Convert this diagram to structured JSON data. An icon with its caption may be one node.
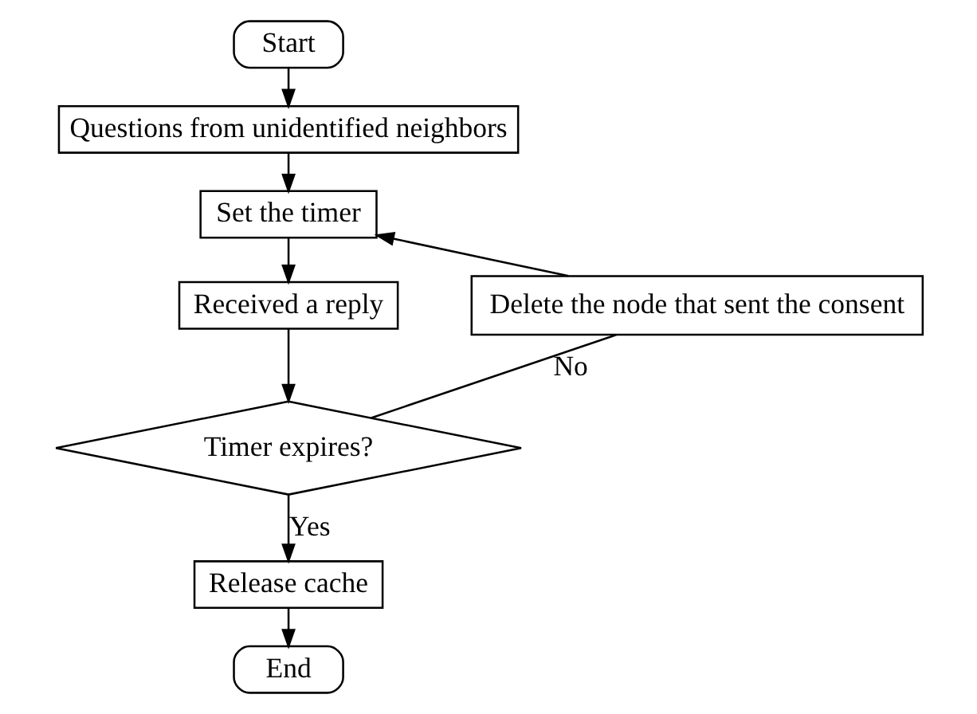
{
  "diagram": {
    "nodes": [
      {
        "text": [
          "Start"
        ]
      },
      {
        "text": [
          "Questions from unidentified neighbors"
        ]
      },
      {
        "text": [
          "Set the timer"
        ]
      },
      {
        "text": [
          "Received a reply"
        ]
      },
      {
        "text": [
          "Timer expires?"
        ]
      },
      {
        "text": [
          "Delete the node that sent the consent"
        ]
      },
      {
        "text": [
          "Release cache"
        ]
      },
      {
        "text": [
          "End"
        ]
      }
    ],
    "edges": [
      {
        "from": 0,
        "to": 1,
        "arrow": "to"
      },
      {
        "from": 1,
        "to": 2,
        "arrow": "to"
      },
      {
        "from": 2,
        "to": 3,
        "arrow": "to"
      },
      {
        "from": 3,
        "to": 4,
        "arrow": "to"
      },
      {
        "from": 4,
        "to": 5,
        "arrow": "none",
        "label": "No"
      },
      {
        "from": 5,
        "to": 2,
        "arrow": "to"
      },
      {
        "from": 4,
        "to": 6,
        "arrow": "to",
        "label": "Yes"
      },
      {
        "from": 6,
        "to": 7,
        "arrow": "to"
      }
    ]
  }
}
